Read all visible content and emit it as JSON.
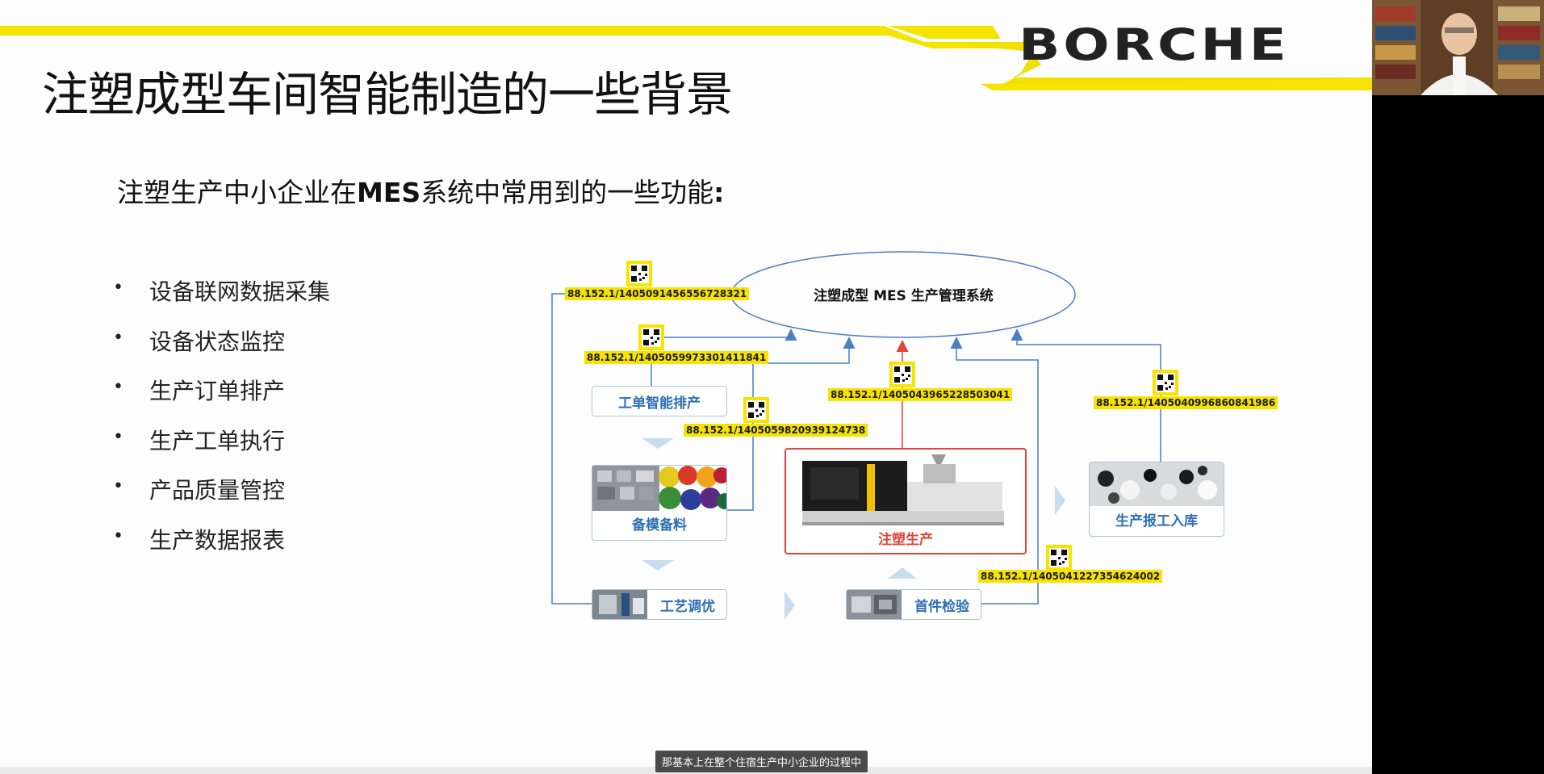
{
  "slide": {
    "brand": "BORCHE",
    "title": "注塑成型车间智能制造的一些背景",
    "subtitle_pre": "注塑生产中小企业在",
    "subtitle_bold": "MES",
    "subtitle_post": "系统中常用到的一些功能",
    "subtitle_colon": ":",
    "bullets": [
      "设备联网数据采集",
      "设备状态监控",
      "生产订单排产",
      "生产工单执行",
      "产品质量管控",
      "生产数据报表"
    ],
    "bullet_glyph": "•"
  },
  "diagram": {
    "center_system": "注塑成型 MES 生产管理系统",
    "nodes": {
      "scheduling": "工单智能排产",
      "mold_material": "备模备料",
      "molding": "注塑生产",
      "warehouse": "生产报工入库",
      "process_tuning": "工艺调优",
      "first_inspection": "首件检验"
    },
    "codes": {
      "c1": "88.152.1/1405091456556728321",
      "c2": "88.152.1/1405059973301411841",
      "c3": "88.152.1/1405059820939124738",
      "c4": "88.152.1/1405043965228503041",
      "c5": "88.152.1/1405040996860841986",
      "c6": "88.152.1/1405041227354624002"
    },
    "colors": {
      "line": "#4a7fc0",
      "accent": "#e0443b",
      "code_bg": "#f7e300"
    }
  },
  "video_caption": "那基本上在整个住宿生产中小企业的过程中",
  "icons": {
    "qr": "qr-code-icon",
    "arrow": "arrow-head-icon",
    "chevron": "chevron-down-icon"
  }
}
